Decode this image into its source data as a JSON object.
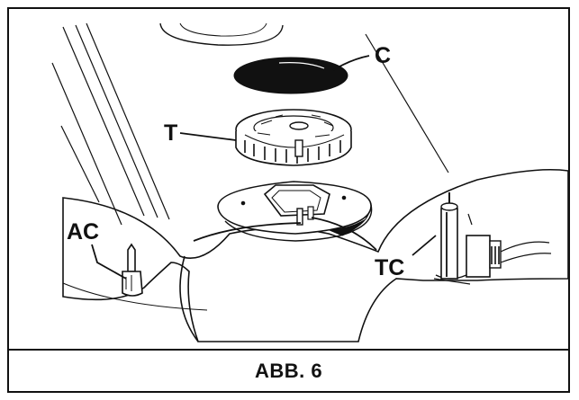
{
  "figure": {
    "caption": "ABB. 6",
    "callouts": {
      "c": "C",
      "t": "T",
      "ac": "AC",
      "tc": "TC"
    }
  },
  "colors": {
    "ink": "#111111",
    "paper": "#ffffff"
  }
}
